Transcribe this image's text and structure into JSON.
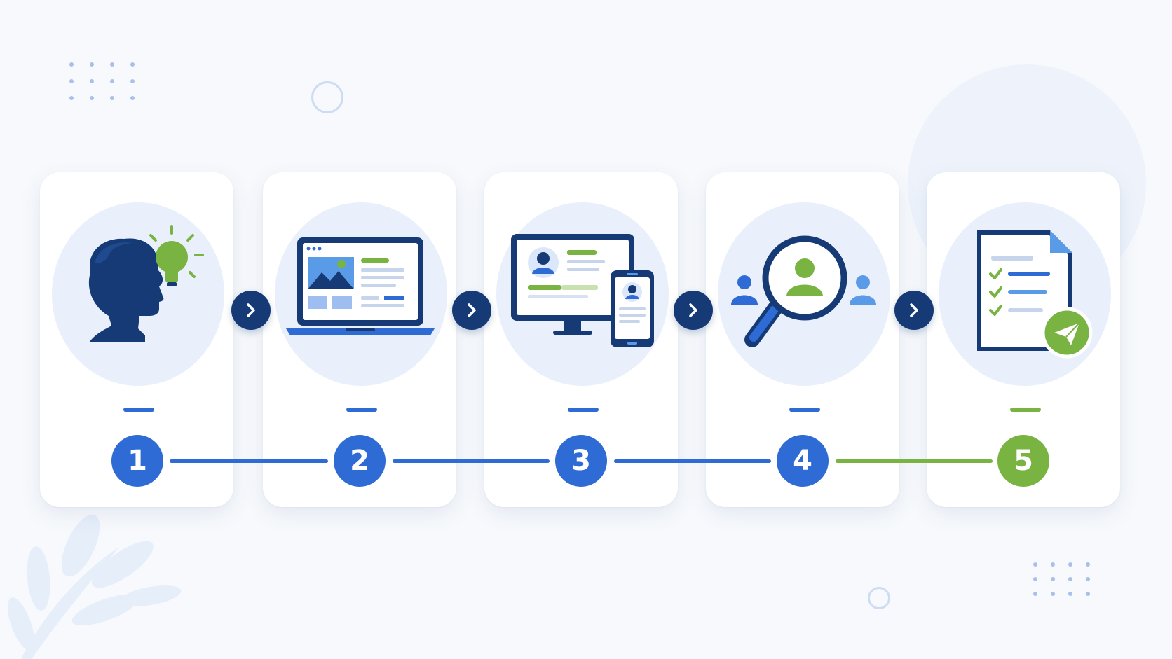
{
  "colors": {
    "navy": "#153a75",
    "blue": "#2e6bd4",
    "light_blue": "#5a9be8",
    "green": "#79b341",
    "disc": "#e9f0fb"
  },
  "steps": [
    {
      "number": "1",
      "icon": "head-lightbulb-icon",
      "color": "#2e6bd4"
    },
    {
      "number": "2",
      "icon": "laptop-layout-icon",
      "color": "#2e6bd4"
    },
    {
      "number": "3",
      "icon": "responsive-devices-icon",
      "color": "#2e6bd4"
    },
    {
      "number": "4",
      "icon": "magnifier-people-icon",
      "color": "#2e6bd4"
    },
    {
      "number": "5",
      "icon": "document-send-icon",
      "color": "#79b341"
    }
  ],
  "connectors": [
    "chevron-right-icon",
    "chevron-right-icon",
    "chevron-right-icon",
    "chevron-right-icon"
  ]
}
